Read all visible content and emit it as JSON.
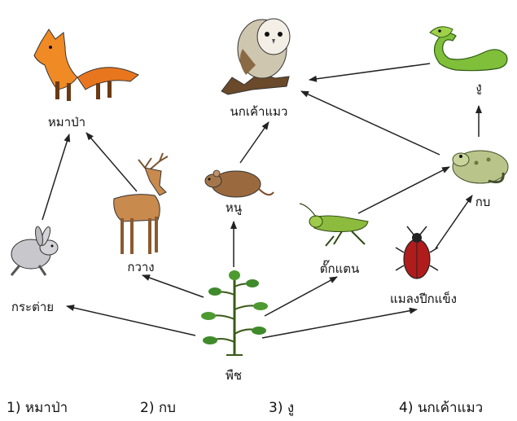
{
  "organisms": {
    "fox": {
      "label": "หมาป่า",
      "icon": "fox-icon"
    },
    "owl": {
      "label": "นกเค้าแมว",
      "icon": "owl-icon"
    },
    "snake": {
      "label": "งู",
      "icon": "snake-icon"
    },
    "frog": {
      "label": "กบ",
      "icon": "frog-icon"
    },
    "deer": {
      "label": "กวาง",
      "icon": "deer-icon"
    },
    "mouse": {
      "label": "หนู",
      "icon": "mouse-icon"
    },
    "grasshopper": {
      "label": "ตั๊กแตน",
      "icon": "grasshopper-icon"
    },
    "beetle": {
      "label": "แมลงปีกแข็ง",
      "icon": "beetle-icon"
    },
    "rabbit": {
      "label": "กระต่าย",
      "icon": "rabbit-icon"
    },
    "plant": {
      "label": "พืช",
      "icon": "plant-icon"
    }
  },
  "food_web_links": [
    [
      "plant",
      "rabbit"
    ],
    [
      "plant",
      "deer"
    ],
    [
      "plant",
      "mouse"
    ],
    [
      "plant",
      "grasshopper"
    ],
    [
      "plant",
      "beetle"
    ],
    [
      "rabbit",
      "fox"
    ],
    [
      "deer",
      "fox"
    ],
    [
      "mouse",
      "owl"
    ],
    [
      "grasshopper",
      "frog"
    ],
    [
      "beetle",
      "frog"
    ],
    [
      "frog",
      "owl"
    ],
    [
      "frog",
      "snake"
    ],
    [
      "snake",
      "owl"
    ]
  ],
  "choices": [
    {
      "number": "1)",
      "text": "หมาป่า"
    },
    {
      "number": "2)",
      "text": "กบ"
    },
    {
      "number": "3)",
      "text": "งู"
    },
    {
      "number": "4)",
      "text": "นกเค้าแมว"
    }
  ],
  "colors": {
    "arrow": "#222222"
  }
}
